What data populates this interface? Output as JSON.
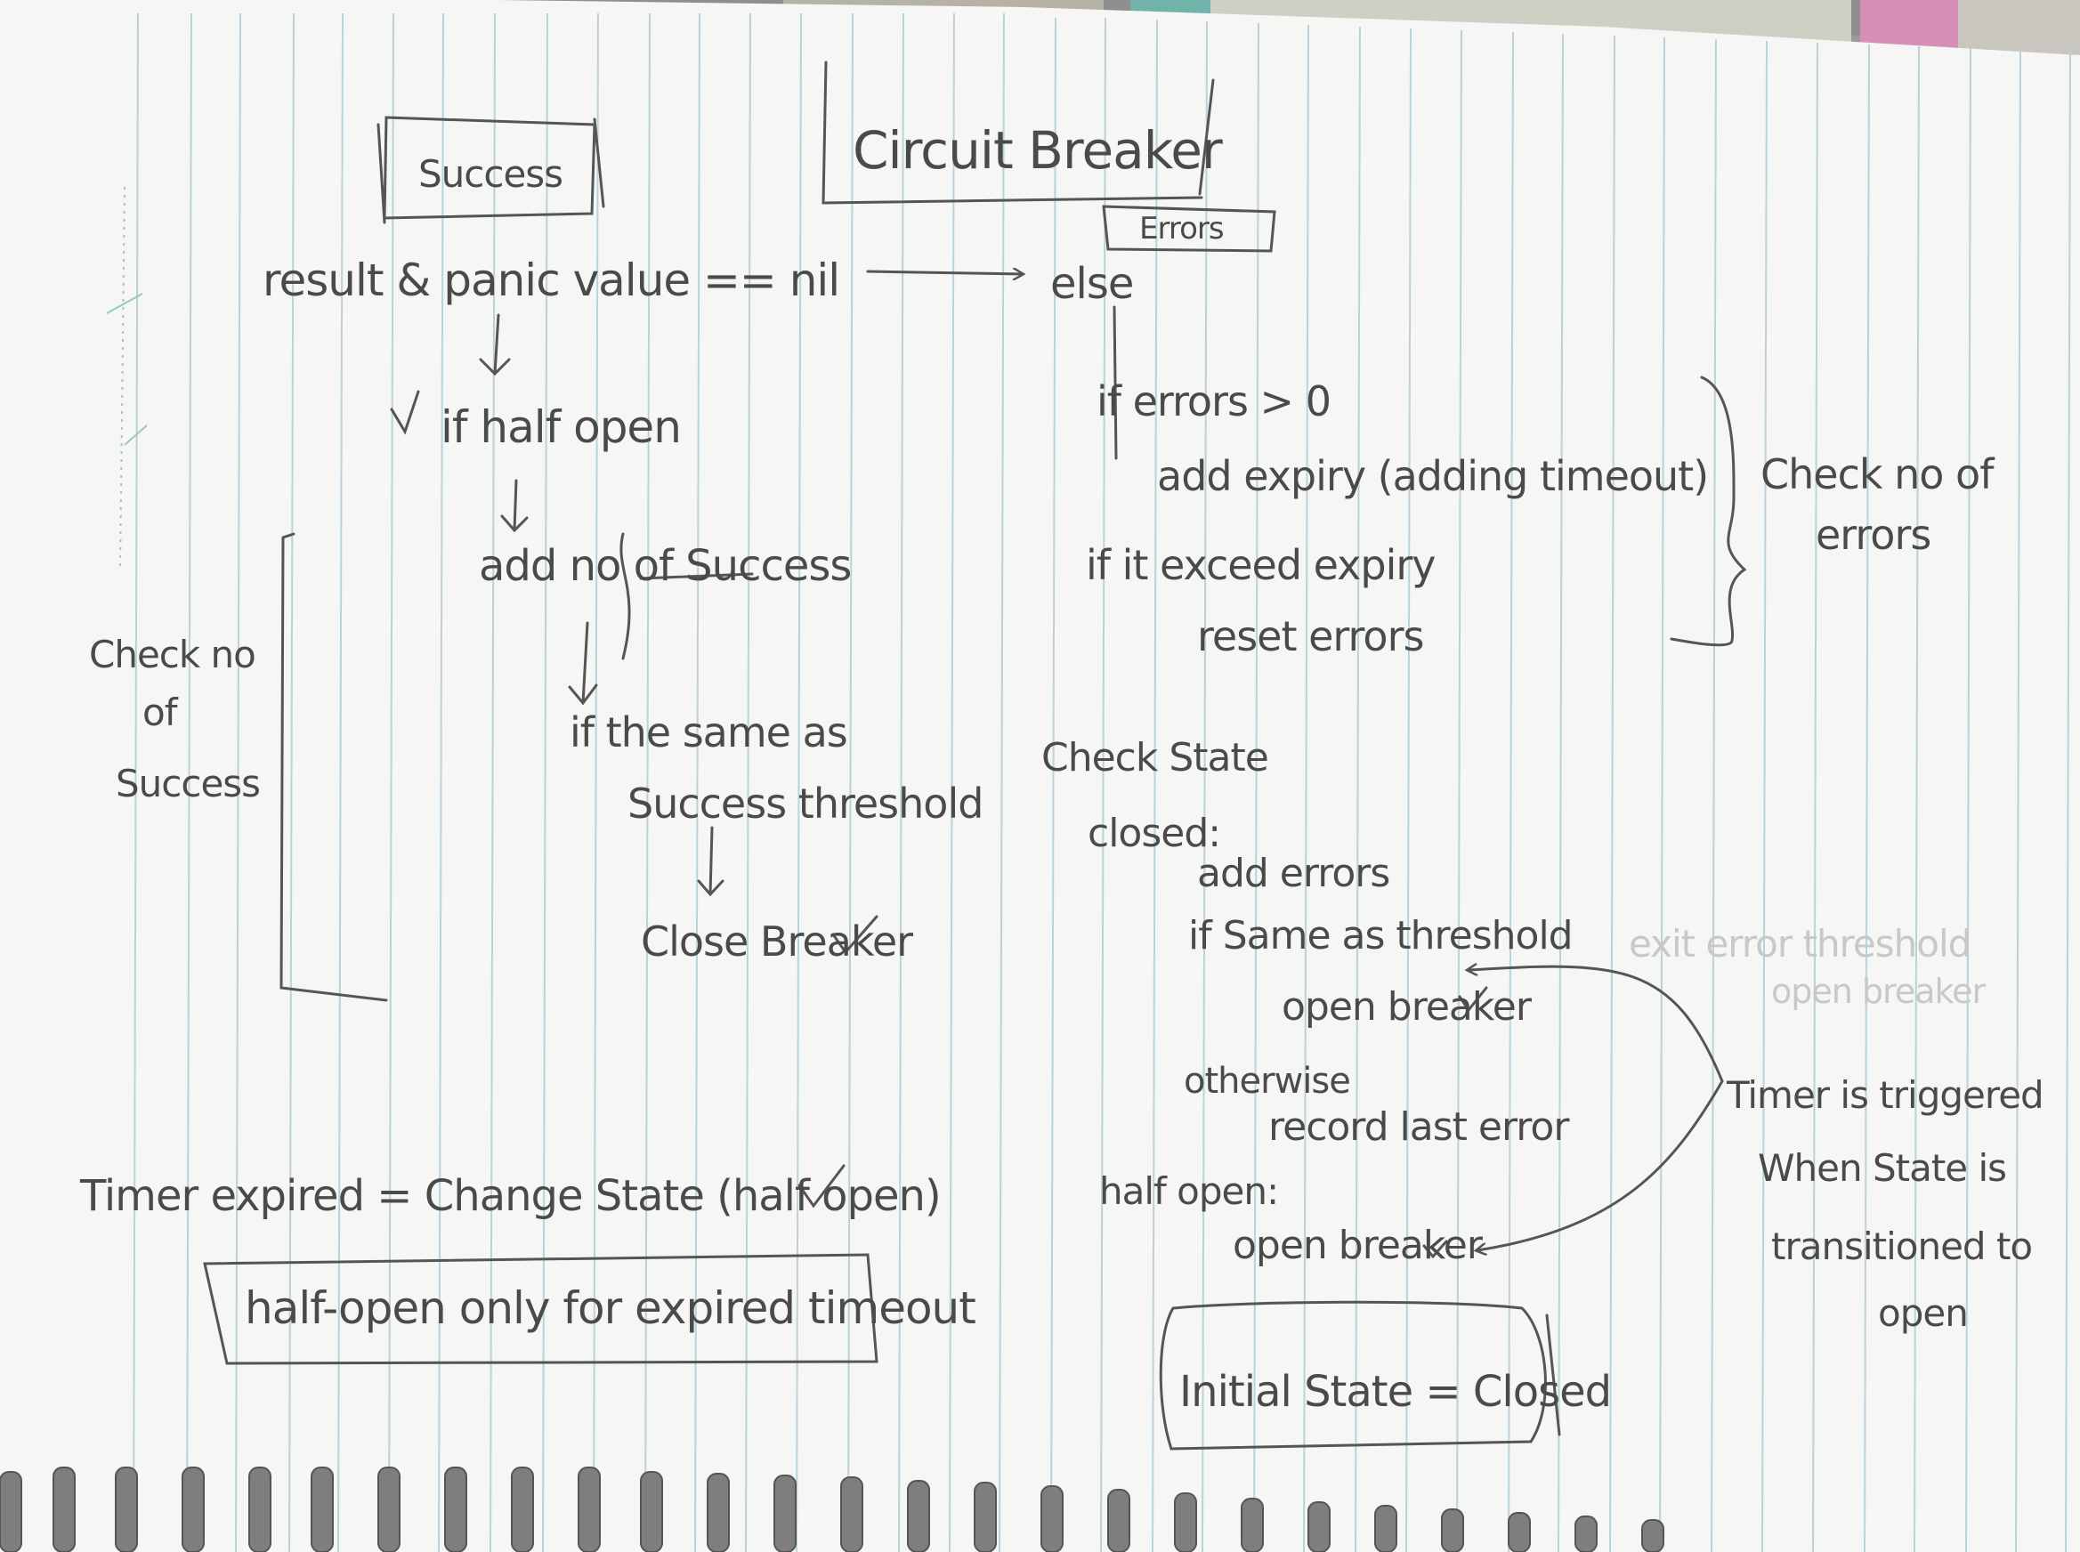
{
  "notes": {
    "title": "Circuit Breaker",
    "success_box": "Success",
    "errors_box": "Errors",
    "success_condition": "result & panic value == nil",
    "else_label": "else",
    "half_open_check": "if half open",
    "add_successes": "add no of Success",
    "same_as_threshold_1": "if the same as",
    "same_as_threshold_2": "Success threshold",
    "close_breaker": "Close Breaker",
    "check_successes_1": "Check no",
    "check_successes_2": "of",
    "check_successes_3": "Success",
    "errors_gt_zero": "if errors > 0",
    "add_expiry": "add expiry (adding timeout)",
    "exceed_expiry": "if it exceed expiry",
    "reset_errors": "reset errors",
    "check_errors_1": "Check no of",
    "check_errors_2": "errors",
    "check_state": "Check State",
    "closed_label": "closed:",
    "add_errors": "add errors",
    "if_same_threshold": "if Same as threshold",
    "open_breaker_1": "open breaker",
    "otherwise": "otherwise",
    "record_last_error": "record last error",
    "half_open_label": "half open:",
    "open_breaker_2": "open breaker",
    "timer_1": "Timer is triggered",
    "timer_2": "When State is",
    "timer_3": "transitioned to",
    "timer_4": "open",
    "timer_expired": "Timer expired = Change State (half open)",
    "half_open_only": "half-open only for expired timeout",
    "initial_state": "Initial State = Closed",
    "ghost_1": "exit error threshold",
    "ghost_2": "open breaker"
  }
}
